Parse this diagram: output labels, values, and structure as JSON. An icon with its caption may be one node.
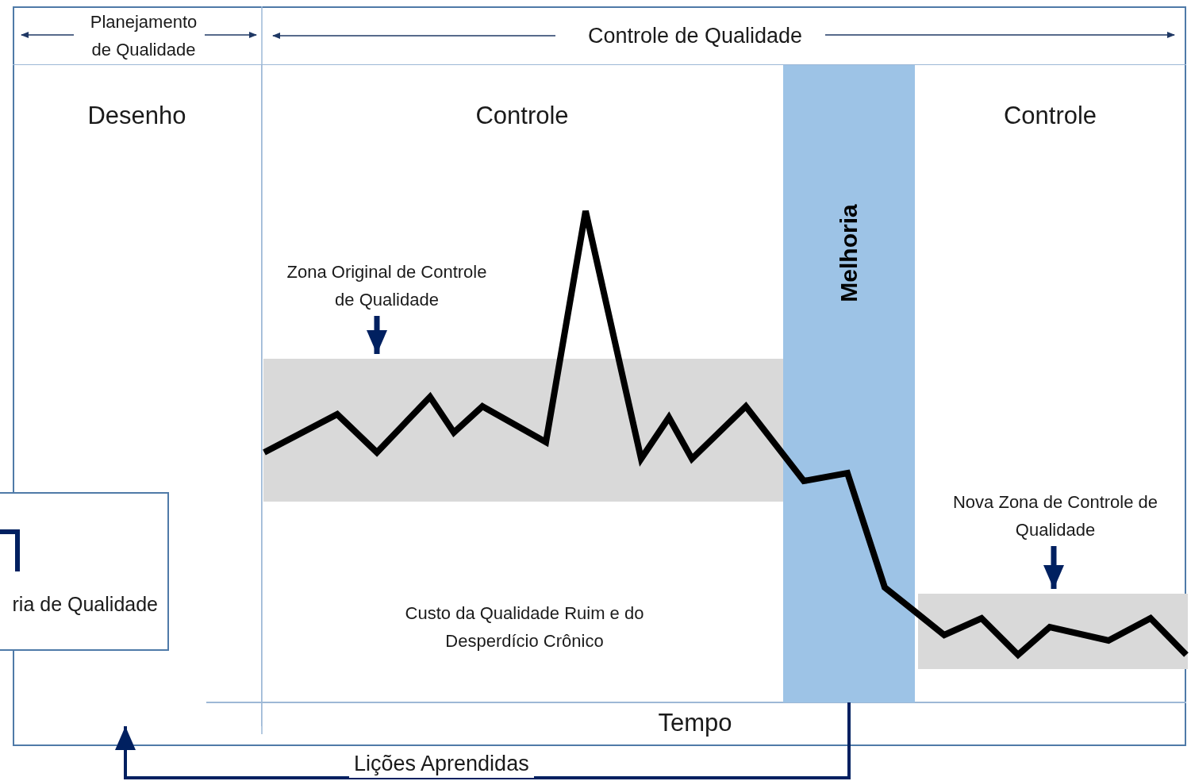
{
  "diagram": {
    "nodes": [
      {
        "text": [
          "Desenho"
        ]
      },
      {
        "text": [
          "Controle"
        ]
      },
      {
        "text": [
          "Melhoria"
        ]
      },
      {
        "text": [
          "Controle"
        ]
      },
      {
        "text": [
          "Zona Original de Controle de Qualidade"
        ],
        "in": 1
      },
      {
        "text": [],
        "shape": "box",
        "in": 1
      },
      {
        "text": [
          "Nova Zona de Controle de Qualidade"
        ],
        "in": 3
      },
      {
        "text": [],
        "shape": "box",
        "in": 3
      },
      {
        "text": [
          "ria de Qualidade"
        ]
      }
    ],
    "edges": [
      {
        "from": 4,
        "to": 5,
        "arrow": "to"
      },
      {
        "from": 6,
        "to": 7,
        "arrow": "to"
      },
      {
        "from": 2,
        "to": 0,
        "arrow": "to",
        "label": "Lições Aprendidas"
      }
    ],
    "labels": [
      "Planejamento de Qualidade",
      "Controle de Qualidade",
      "Custo da Qualidade Ruim e do Desperdício Crônico",
      "Tempo"
    ]
  }
}
